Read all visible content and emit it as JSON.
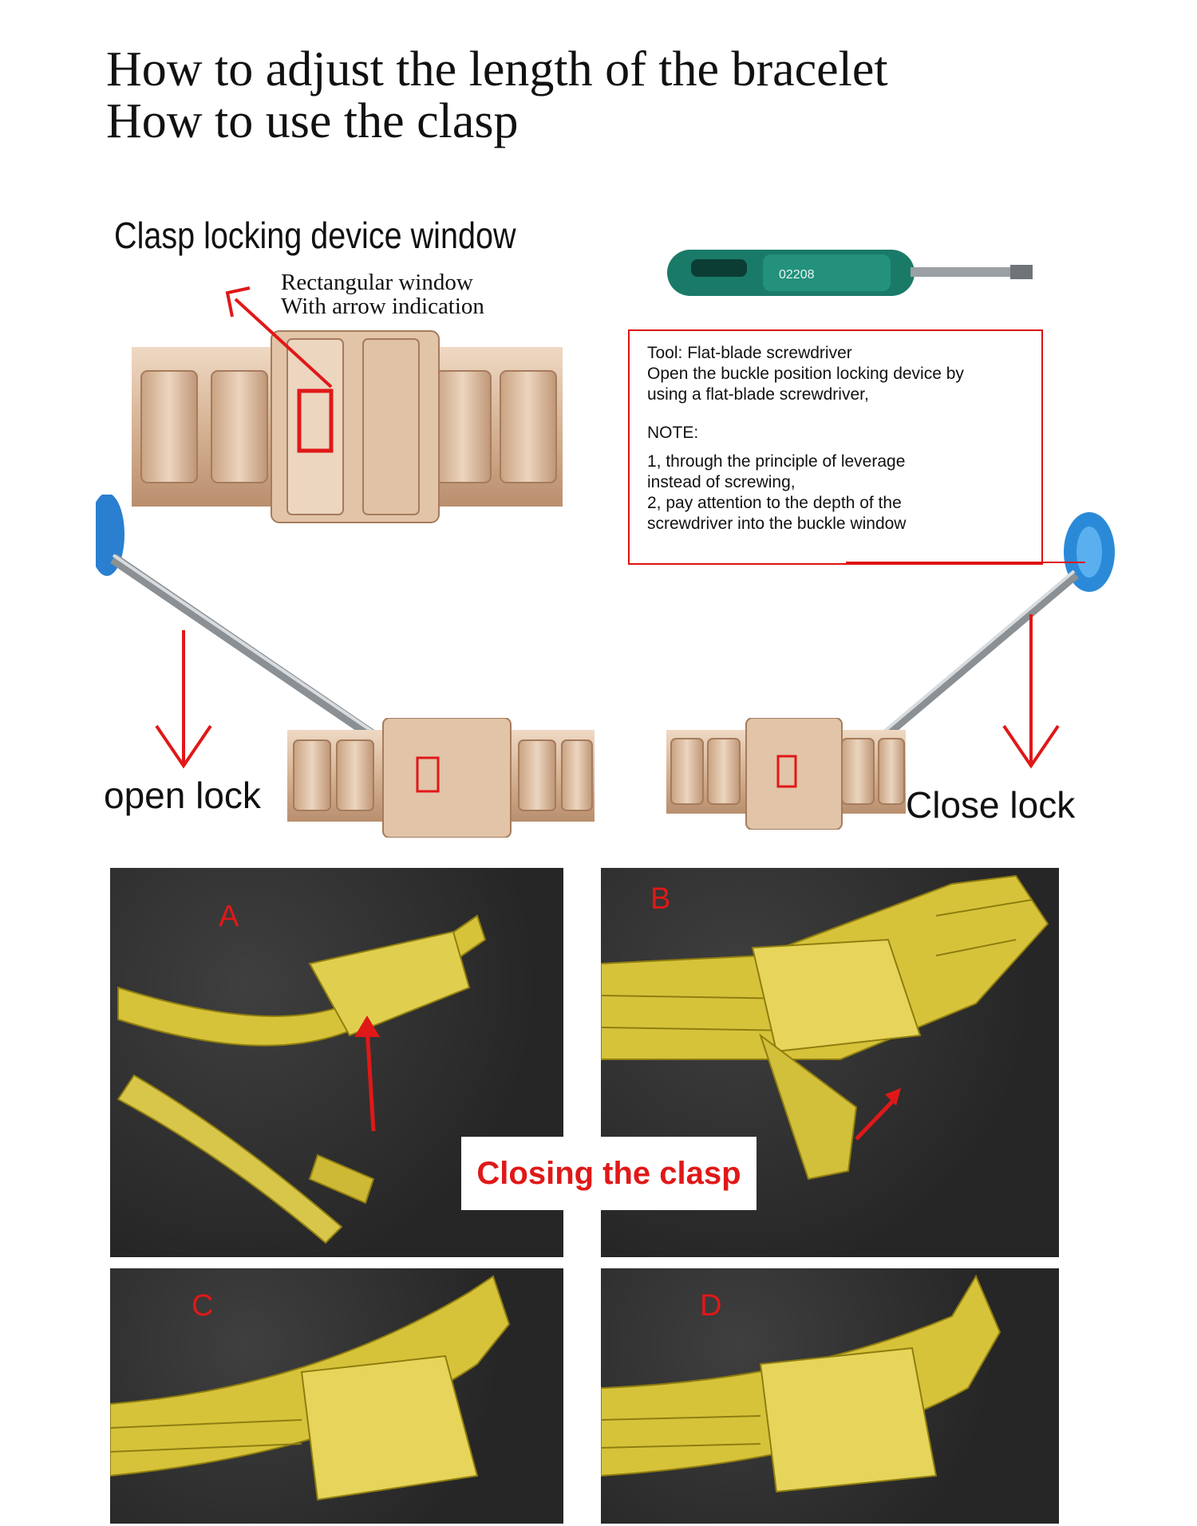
{
  "title": {
    "line1": "How to adjust the length of the bracelet",
    "line2": "How to use the clasp"
  },
  "clasp_window": {
    "heading": "Clasp locking device window",
    "note_line1": "Rectangular window",
    "note_line2": "With arrow indication"
  },
  "tool_box": {
    "line1": "Tool: Flat-blade screwdriver",
    "line2": "Open the buckle position locking device by",
    "line3": "using a flat-blade screwdriver,",
    "note_heading": "NOTE:",
    "note1a": "1, through the principle of leverage",
    "note1b": "instead of screwing,",
    "note2a": "2, pay attention to the depth of the",
    "note2b": "screwdriver into the buckle window"
  },
  "screwdriver_label": "02208",
  "labels": {
    "open_lock": "open lock",
    "close_lock": "Close lock"
  },
  "steps": {
    "a": "A",
    "b": "B",
    "c": "C",
    "d": "D",
    "closing": "Closing the clasp"
  },
  "colors": {
    "accent_red": "#e01818",
    "bracelet_rose": "#d8b89a",
    "bracelet_gold": "#d8c23a",
    "handle_green": "#1a7a68",
    "handle_blue": "#2a7fd0"
  }
}
